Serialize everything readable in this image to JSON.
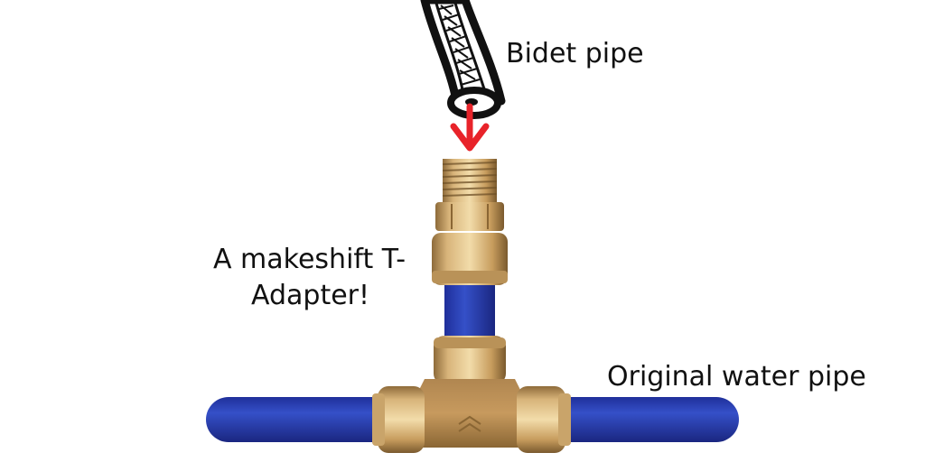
{
  "labels": {
    "bidet_pipe": "Bidet pipe",
    "adapter_line1": "A makeshift T-",
    "adapter_line2": "Adapter!",
    "water_pipe": "Original water pipe"
  },
  "colors": {
    "blue_pipe": "#2a3fae",
    "brass": "#c9a46a",
    "brass_dark": "#9c7a45",
    "arrow": "#e8232a",
    "hose_outline": "#111111"
  }
}
